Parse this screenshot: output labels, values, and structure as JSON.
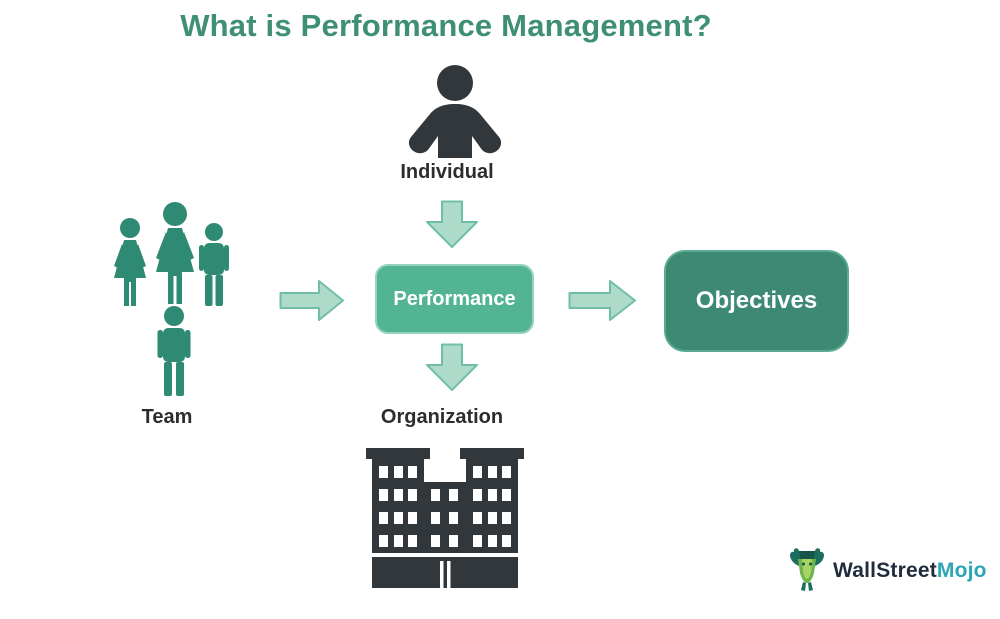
{
  "title": "What is Performance Management?",
  "diagram": {
    "nodes": {
      "individual": {
        "label": "Individual",
        "icon": "person-icon"
      },
      "team": {
        "label": "Team",
        "icon": "team-icon"
      },
      "performance": {
        "label": "Performance",
        "shape": "rounded-box"
      },
      "objectives": {
        "label": "Objectives",
        "shape": "rounded-box"
      },
      "organization": {
        "label": "Organization",
        "icon": "building-icon"
      }
    },
    "connections": [
      {
        "from": "individual",
        "to": "performance",
        "icon": "arrow-down-icon"
      },
      {
        "from": "team",
        "to": "performance",
        "icon": "arrow-right-icon"
      },
      {
        "from": "performance",
        "to": "objectives",
        "icon": "arrow-right-icon"
      },
      {
        "from": "performance",
        "to": "organization",
        "icon": "arrow-down-icon"
      }
    ]
  },
  "colors": {
    "title_text": "#3f8f77",
    "performance_box_fill": "#53b493",
    "performance_box_border": "#95d3be",
    "objectives_box_fill": "#3d8974",
    "objectives_box_border": "#5aab91",
    "arrow_fill": "#aedbc9",
    "arrow_stroke": "#6fbfa4",
    "dark_icon": "#32373c",
    "team_icon": "#2e8a73",
    "label_text": "#2d2d2d",
    "logo_text_dark": "#232c3d",
    "logo_text_teal": "#2ba6b4"
  },
  "logo": {
    "icon": "bull-mascot-icon",
    "text_primary": "WallStreet",
    "text_secondary": "Mojo"
  }
}
